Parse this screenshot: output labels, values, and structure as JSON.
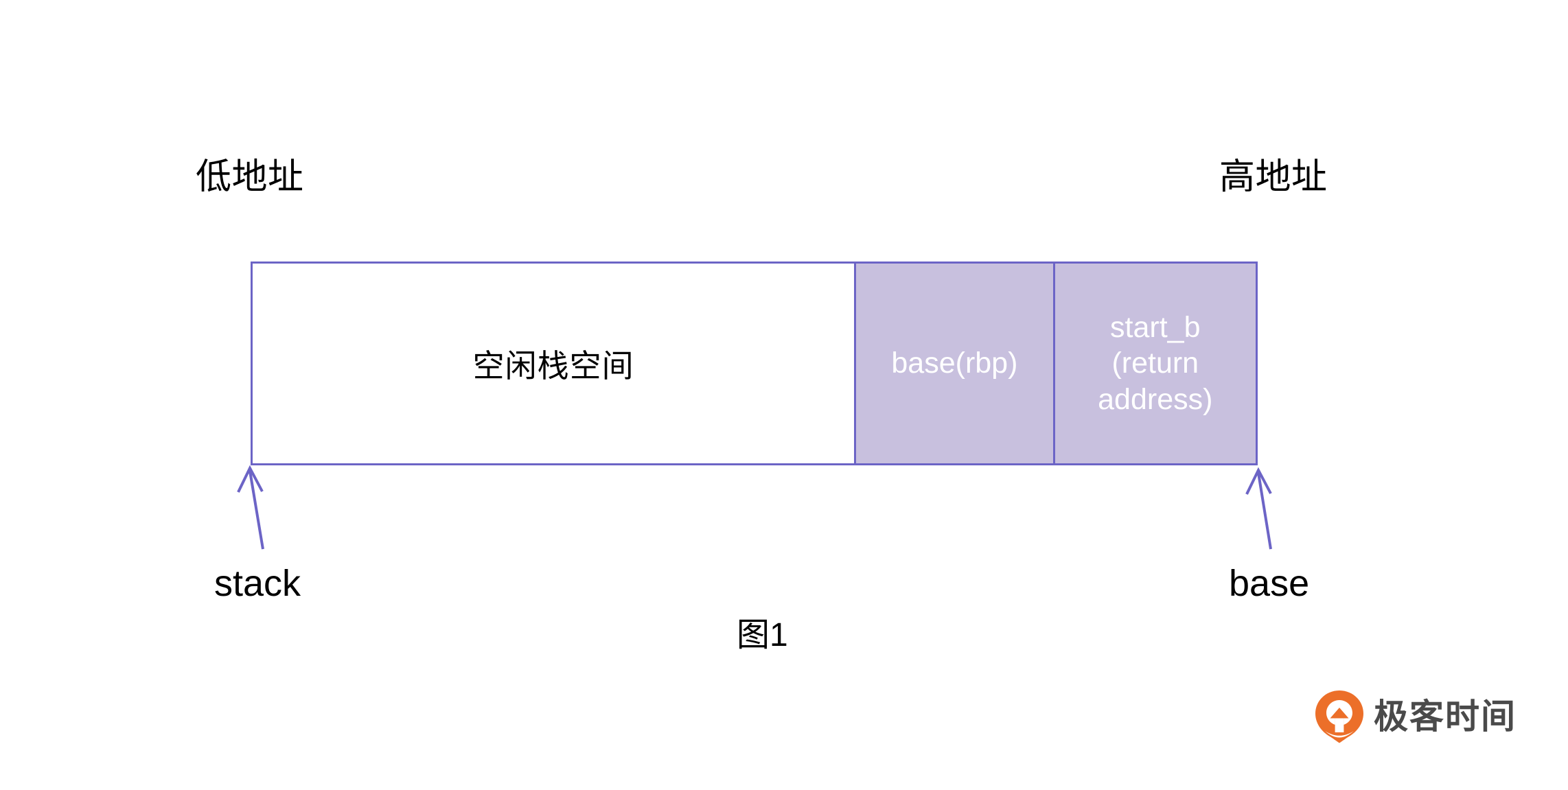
{
  "figure": {
    "caption": "图1",
    "axis_labels": {
      "low": "低地址",
      "high": "高地址"
    },
    "box": {
      "border_color": "#6c64c6",
      "fill_empty": "#ffffff",
      "fill_used": "#c8c0de",
      "cells": [
        {
          "id": "free-stack",
          "label": "空闲栈空间",
          "filled": false,
          "text_color": "#000000"
        },
        {
          "id": "saved-rbp",
          "label": "base(rbp)",
          "filled": true,
          "text_color": "#ffffff"
        },
        {
          "id": "return-address",
          "label": "start_b\n(return\naddress)",
          "filled": true,
          "text_color": "#ffffff"
        }
      ]
    },
    "pointers": [
      {
        "id": "stack-pointer",
        "label": "stack",
        "target": "left-edge-of-box"
      },
      {
        "id": "base-pointer",
        "label": "base",
        "target": "right-edge-of-box"
      }
    ]
  },
  "brand": {
    "name": "极客时间",
    "mark": "geektime-logo-icon",
    "mark_color": "#ec6f29",
    "name_color": "#4a4a4a"
  }
}
